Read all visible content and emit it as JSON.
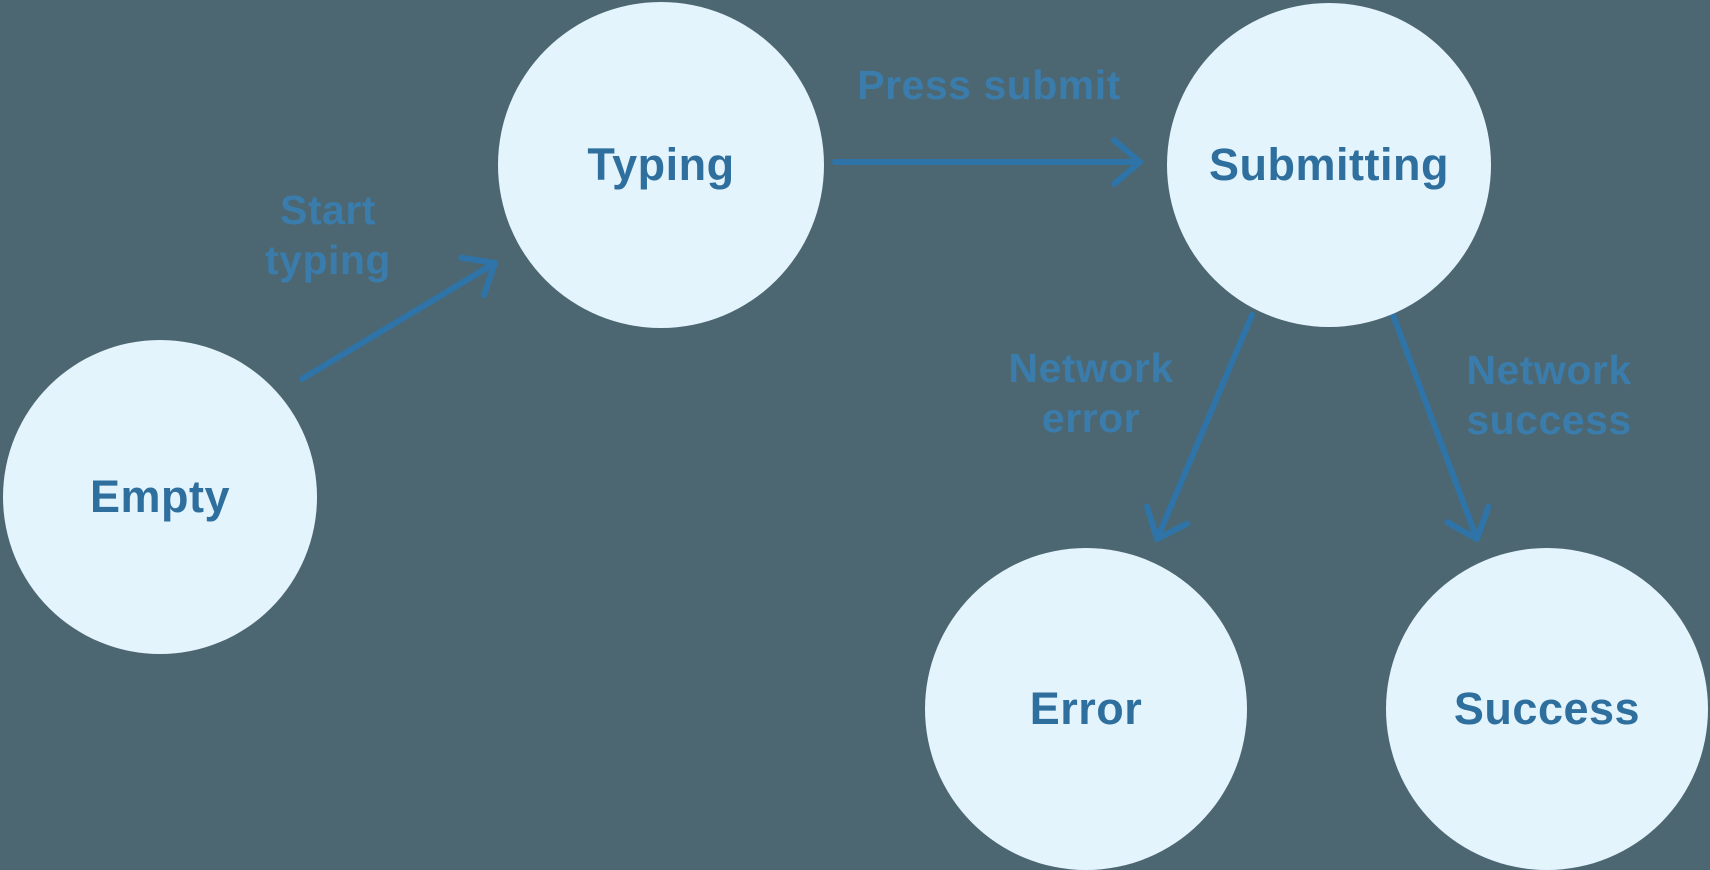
{
  "diagram": {
    "type": "state-machine",
    "colors": {
      "background": "#4C6771",
      "node_fill": "#E3F4FD",
      "node_text": "#2E6F9E",
      "arrow": "#2E74A8",
      "edge_label": "#3A7CAC"
    },
    "nodes": [
      {
        "id": "empty",
        "label": "Empty"
      },
      {
        "id": "typing",
        "label": "Typing"
      },
      {
        "id": "submitting",
        "label": "Submitting"
      },
      {
        "id": "error",
        "label": "Error"
      },
      {
        "id": "success",
        "label": "Success"
      }
    ],
    "edges": [
      {
        "from": "empty",
        "to": "typing",
        "label": "Start typing"
      },
      {
        "from": "typing",
        "to": "submitting",
        "label": "Press submit"
      },
      {
        "from": "submitting",
        "to": "error",
        "label": "Network error"
      },
      {
        "from": "submitting",
        "to": "success",
        "label": "Network success"
      }
    ]
  }
}
